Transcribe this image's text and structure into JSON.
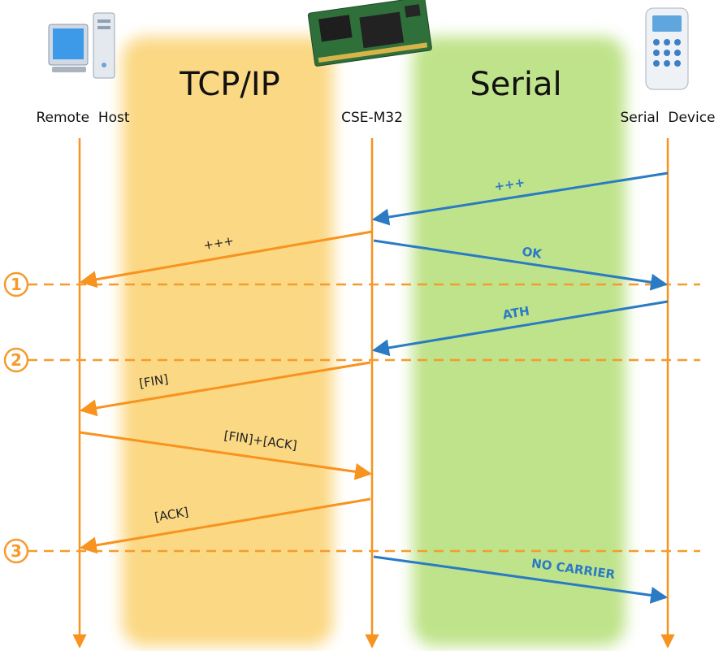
{
  "colors": {
    "orange": "#f7931e",
    "blue": "#2a7bc4",
    "tcp_band": "#fbd884",
    "serial_band": "#bfe38a",
    "marker": "#f59b2e"
  },
  "lanes": {
    "tcp": "TCP/IP",
    "serial": "Serial"
  },
  "entities": [
    {
      "label": "Remote  Host",
      "icon": "desktop-computer-icon"
    },
    {
      "label": "CSE-M32",
      "icon": "circuit-board-icon"
    },
    {
      "label": "Serial  Device",
      "icon": "keypad-device-icon"
    }
  ],
  "markers": [
    "1",
    "2",
    "3"
  ],
  "messages": [
    {
      "label": "+++",
      "from": "Serial  Device",
      "to": "CSE-M32",
      "color": "blue"
    },
    {
      "label": "+++",
      "from": "CSE-M32",
      "to": "Remote  Host",
      "color": "orange"
    },
    {
      "label": "OK",
      "from": "CSE-M32",
      "to": "Serial  Device",
      "color": "blue"
    },
    {
      "label": "ATH",
      "from": "Serial  Device",
      "to": "CSE-M32",
      "color": "blue"
    },
    {
      "label": "[FIN]",
      "from": "CSE-M32",
      "to": "Remote  Host",
      "color": "orange"
    },
    {
      "label": "[FIN]+[ACK]",
      "from": "Remote  Host",
      "to": "CSE-M32",
      "color": "orange"
    },
    {
      "label": "[ACK]",
      "from": "CSE-M32",
      "to": "Remote  Host",
      "color": "orange"
    },
    {
      "label": "NO CARRIER",
      "from": "CSE-M32",
      "to": "Serial  Device",
      "color": "blue"
    }
  ]
}
